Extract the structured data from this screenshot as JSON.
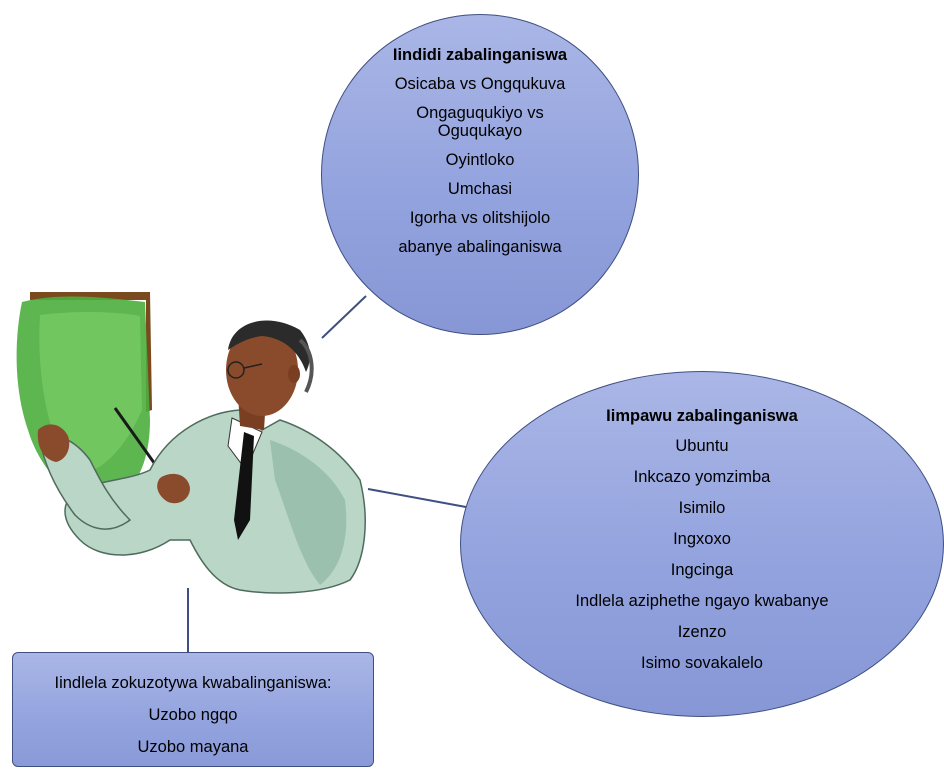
{
  "top_bubble": {
    "heading": "Iindidi zabalinganiswa",
    "items": [
      "Osicaba vs Ongqukuva",
      "Ongaguqukiyo vs Oguqukayo",
      "Oyintloko",
      "Umchasi",
      "Igorha vs olitshijolo",
      "abanye abalinganiswa"
    ]
  },
  "right_bubble": {
    "heading": "Iimpawu zabalinganiswa",
    "items": [
      "Ubuntu",
      "Inkcazo yomzimba",
      "Isimilo",
      "Ingxoxo",
      "Ingcinga",
      "Indlela aziphethe ngayo kwabanye",
      "Izenzo",
      "Isimo sovakalelo"
    ]
  },
  "bottom_box": {
    "items": [
      "Iindlela zokuzotywa kwabalinganiswa:",
      "Uzobo ngqo",
      "Uzobo mayana"
    ]
  },
  "colors": {
    "bubble_fill": "#93a3de",
    "bubble_border": "#3f4f82",
    "connector": "#3f4f82",
    "board_green": "#4cae3e",
    "board_frame": "#7a4a1e",
    "suit": "#b9d6c6"
  }
}
